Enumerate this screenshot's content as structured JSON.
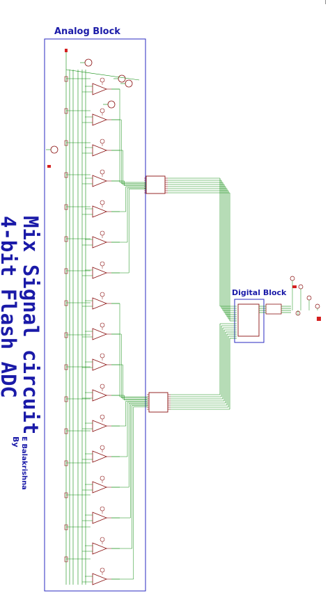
{
  "diagram": {
    "title_line1": "Mix Signal circuit",
    "title_line2": "4-bit Flash ADC",
    "by_label": "By",
    "author": "E Balakrishna",
    "analog_block_label": "Analog Block",
    "digital_block_label": "Digital Block"
  },
  "colors": {
    "wire": "#0a8a0a",
    "block_border": "#2a2ac0",
    "text_blue": "#1a1aa8",
    "component": "#8a1010"
  }
}
